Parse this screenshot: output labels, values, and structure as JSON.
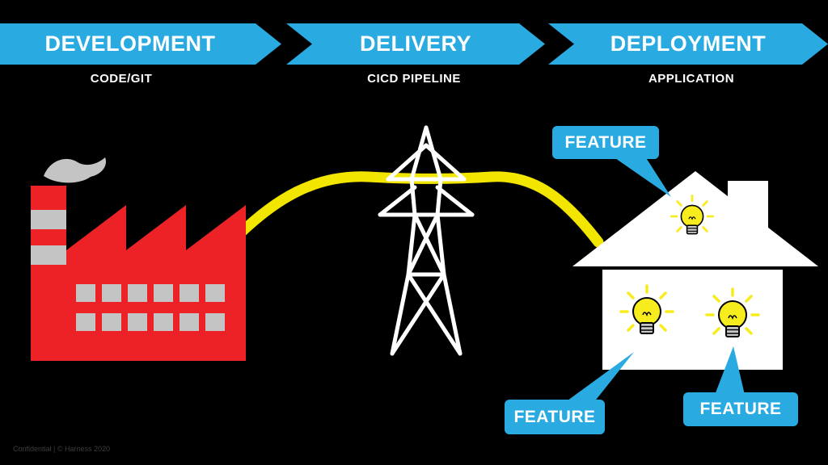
{
  "stages": [
    {
      "label": "DEVELOPMENT",
      "sublabel": "CODE/GIT"
    },
    {
      "label": "DELIVERY",
      "sublabel": "CICD PIPELINE"
    },
    {
      "label": "DEPLOYMENT",
      "sublabel": "APPLICATION"
    }
  ],
  "callouts": [
    {
      "label": "FEATURE"
    },
    {
      "label": "FEATURE"
    },
    {
      "label": "FEATURE"
    }
  ],
  "footer": {
    "text": "Confidential | © Harness 2020"
  },
  "colors": {
    "background": "#000000",
    "banner_blue": "#29ABE2",
    "factory_red": "#EC2227",
    "smoke_gray": "#C4C4C4",
    "cable_yellow": "#F2E500",
    "bulb_yellow": "#F7EC1E",
    "house_white": "#FFFFFF"
  }
}
